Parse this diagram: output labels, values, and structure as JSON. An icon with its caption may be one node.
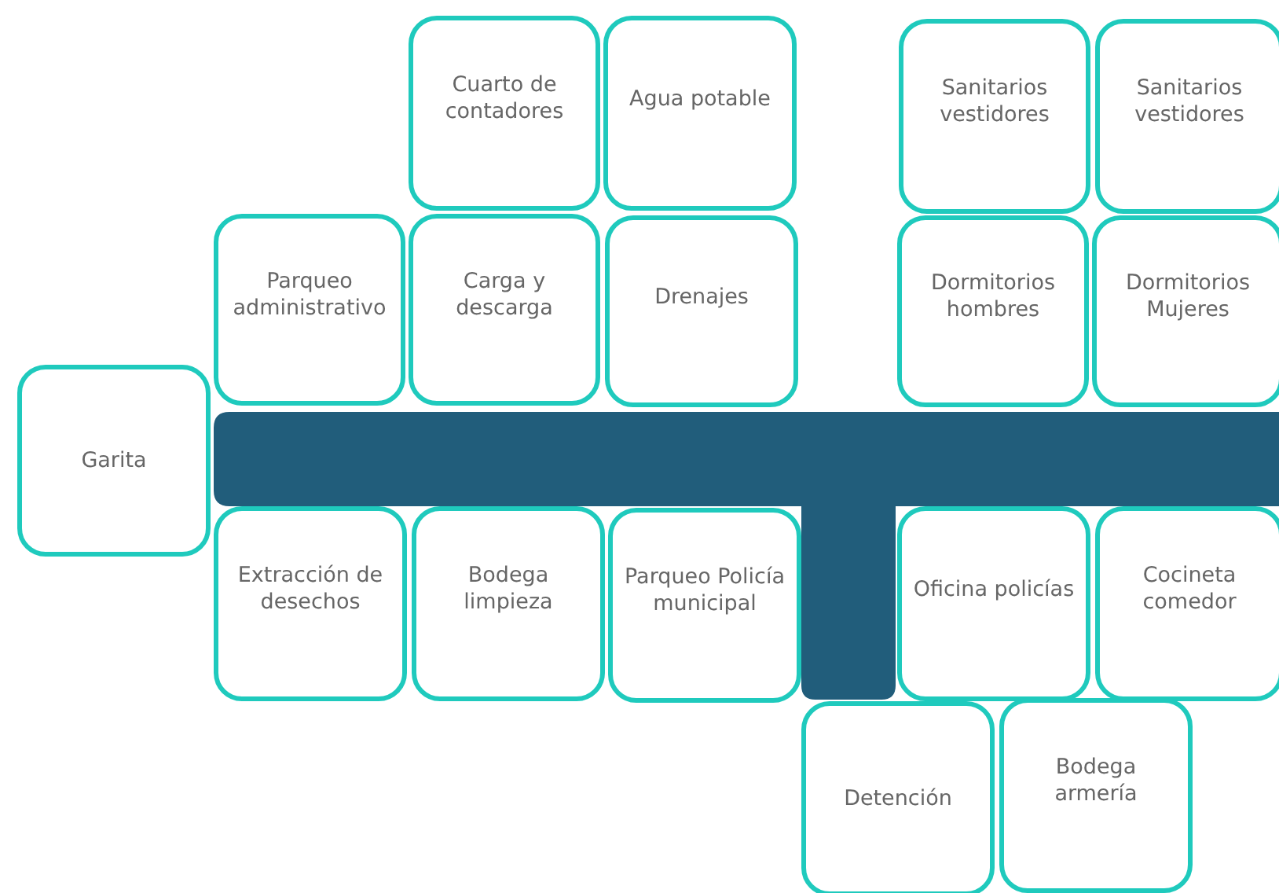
{
  "diagram": {
    "nodes": [
      {
        "text": [
          "Cuarto de contadores"
        ]
      },
      {
        "text": [
          "Agua potable"
        ]
      },
      {
        "text": [
          "Sanitarios vestidores"
        ]
      },
      {
        "text": [
          "Sanitarios vestidores"
        ]
      },
      {
        "text": [
          "Parqueo administrativo"
        ]
      },
      {
        "text": [
          "Carga y descarga"
        ]
      },
      {
        "text": [
          "Drenajes"
        ]
      },
      {
        "text": [
          "Dormitorios hombres"
        ]
      },
      {
        "text": [
          "Dormitorios Mujeres"
        ]
      },
      {
        "text": [
          "Garita"
        ]
      },
      {
        "text": [
          "Extracción de desechos"
        ]
      },
      {
        "text": [
          "Bodega limpieza"
        ]
      },
      {
        "text": [
          "Parqueo Policía municipal"
        ]
      },
      {
        "text": [
          "Oficina policías"
        ]
      },
      {
        "text": [
          "Cocineta comedor"
        ]
      },
      {
        "text": [
          "Detención"
        ]
      },
      {
        "text": [
          "Bodega armería"
        ]
      }
    ],
    "edges": []
  }
}
